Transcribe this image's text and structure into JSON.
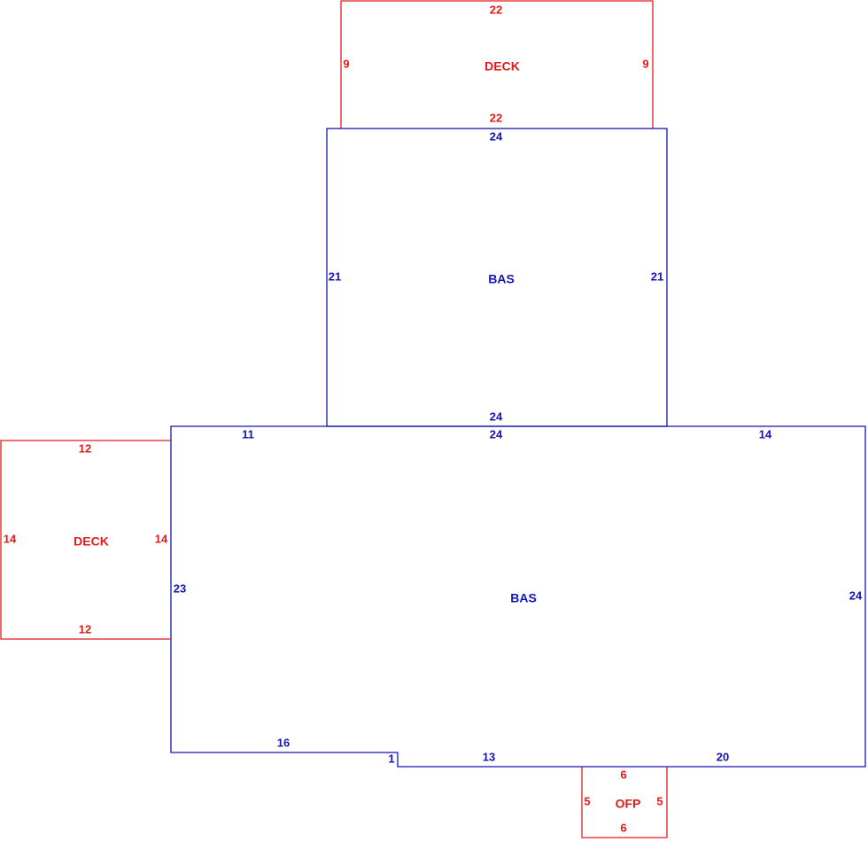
{
  "colors": {
    "living_area": "#1515b5",
    "exterior": "#e01b1b",
    "background": "#ffffff"
  },
  "areas": {
    "deck_top": {
      "label": "DECK",
      "dims": {
        "top": "22",
        "left": "9",
        "right": "9",
        "bottom": "22"
      }
    },
    "bas_upper": {
      "label": "BAS",
      "dims": {
        "top": "24",
        "left": "21",
        "right": "21",
        "bottom": "24"
      }
    },
    "bas_main": {
      "label": "BAS",
      "dims": {
        "top_left": "11",
        "top_mid": "24",
        "top_right": "14",
        "left": "23",
        "right": "24",
        "bottom_left": "16",
        "step": "1",
        "bottom_mid": "13",
        "bottom_right": "20"
      }
    },
    "deck_left": {
      "label": "DECK",
      "dims": {
        "top": "12",
        "left": "14",
        "right": "14",
        "bottom": "12"
      }
    },
    "ofp": {
      "label": "OFP",
      "dims": {
        "top": "6",
        "left": "5",
        "right": "5",
        "bottom": "6"
      }
    }
  }
}
